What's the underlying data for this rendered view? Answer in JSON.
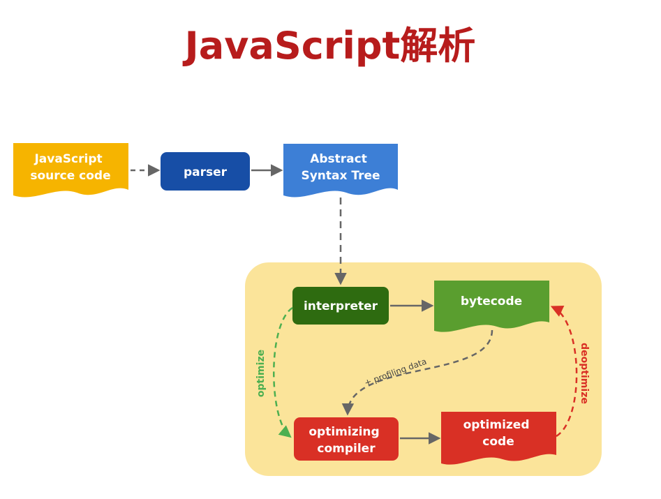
{
  "title": "JavaScript解析",
  "colors": {
    "title": "#b71c1c",
    "source": "#f6b400",
    "parser": "#174ea6",
    "ast": "#3d7fd6",
    "engine_panel": "#fbe49a",
    "interpreter": "#2e6b10",
    "bytecode": "#5a9e2f",
    "compiler": "#d93025",
    "optimized_code": "#d93025",
    "optimize_arrow": "#4caf50",
    "deoptimize_arrow": "#d93025",
    "neutral_arrow": "#666666"
  },
  "nodes": {
    "source": {
      "lines": [
        "JavaScript",
        "source code"
      ]
    },
    "parser": {
      "lines": [
        "parser"
      ]
    },
    "ast": {
      "lines": [
        "Abstract",
        "Syntax Tree"
      ]
    },
    "interpreter": {
      "lines": [
        "interpreter"
      ]
    },
    "bytecode": {
      "lines": [
        "bytecode"
      ]
    },
    "compiler": {
      "lines": [
        "optimizing",
        "compiler"
      ]
    },
    "optimized_code": {
      "lines": [
        "optimized",
        "code"
      ]
    }
  },
  "edges": {
    "optimize": "optimize",
    "deoptimize": "deoptimize",
    "profiling": "+ profiling data"
  }
}
